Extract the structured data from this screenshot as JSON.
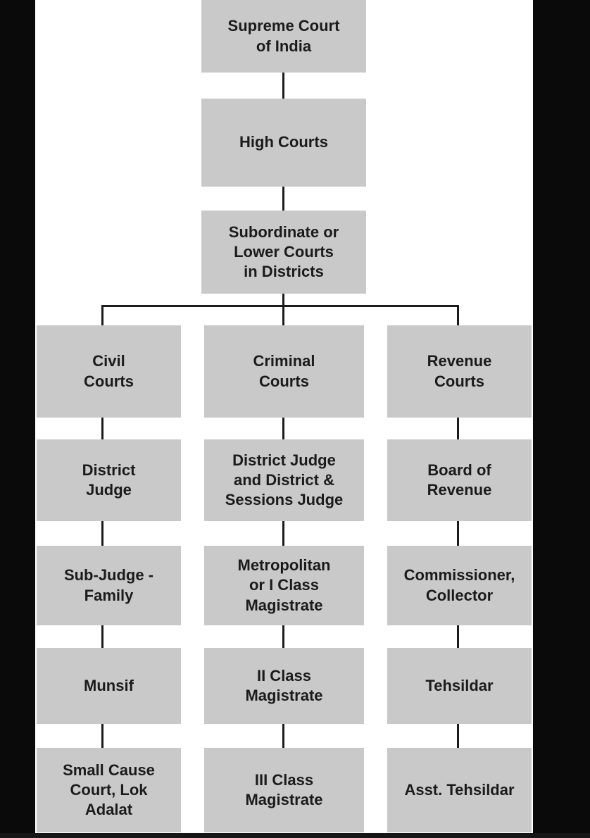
{
  "title": "Court hierarchy of India flowchart",
  "colors": {
    "box_fill": "#c9c9c9",
    "line": "#1b1b1b",
    "text": "#1b1b1b",
    "background": "#ffffff",
    "edge_bars": "#0a0a0a"
  },
  "nodes": {
    "supreme": "Supreme Court\nof India",
    "high": "High Courts",
    "subordinate": "Subordinate or\nLower Courts\nin Districts",
    "civil": "Civil\nCourts",
    "criminal": "Criminal\nCourts",
    "revenue": "Revenue\nCourts",
    "district_judge": "District\nJudge",
    "sessions_judge": "District Judge\nand District &\nSessions Judge",
    "board_revenue": "Board of\nRevenue",
    "sub_judge": "Sub-Judge -\nFamily",
    "metropolitan": "Metropolitan\nor I Class\nMagistrate",
    "commissioner": "Commissioner,\nCollector",
    "munsif": "Munsif",
    "class2": "II Class\nMagistrate",
    "tehsildar": "Tehsildar",
    "small_cause": "Small Cause\nCourt, Lok\nAdalat",
    "class3": "III Class\nMagistrate",
    "asst_tehsildar": "Asst. Tehsildar"
  },
  "hierarchy": {
    "chain_top": [
      "Supreme Court of India",
      "High Courts",
      "Subordinate or Lower Courts in Districts"
    ],
    "branches": [
      {
        "name": "Civil Courts",
        "children": [
          "District Judge",
          "Sub-Judge - Family",
          "Munsif",
          "Small Cause Court, Lok Adalat"
        ]
      },
      {
        "name": "Criminal Courts",
        "children": [
          "District Judge and District & Sessions Judge",
          "Metropolitan or I Class Magistrate",
          "II Class Magistrate",
          "III Class Magistrate"
        ]
      },
      {
        "name": "Revenue Courts",
        "children": [
          "Board of Revenue",
          "Commissioner, Collector",
          "Tehsildar",
          "Asst. Tehsildar"
        ]
      }
    ]
  }
}
